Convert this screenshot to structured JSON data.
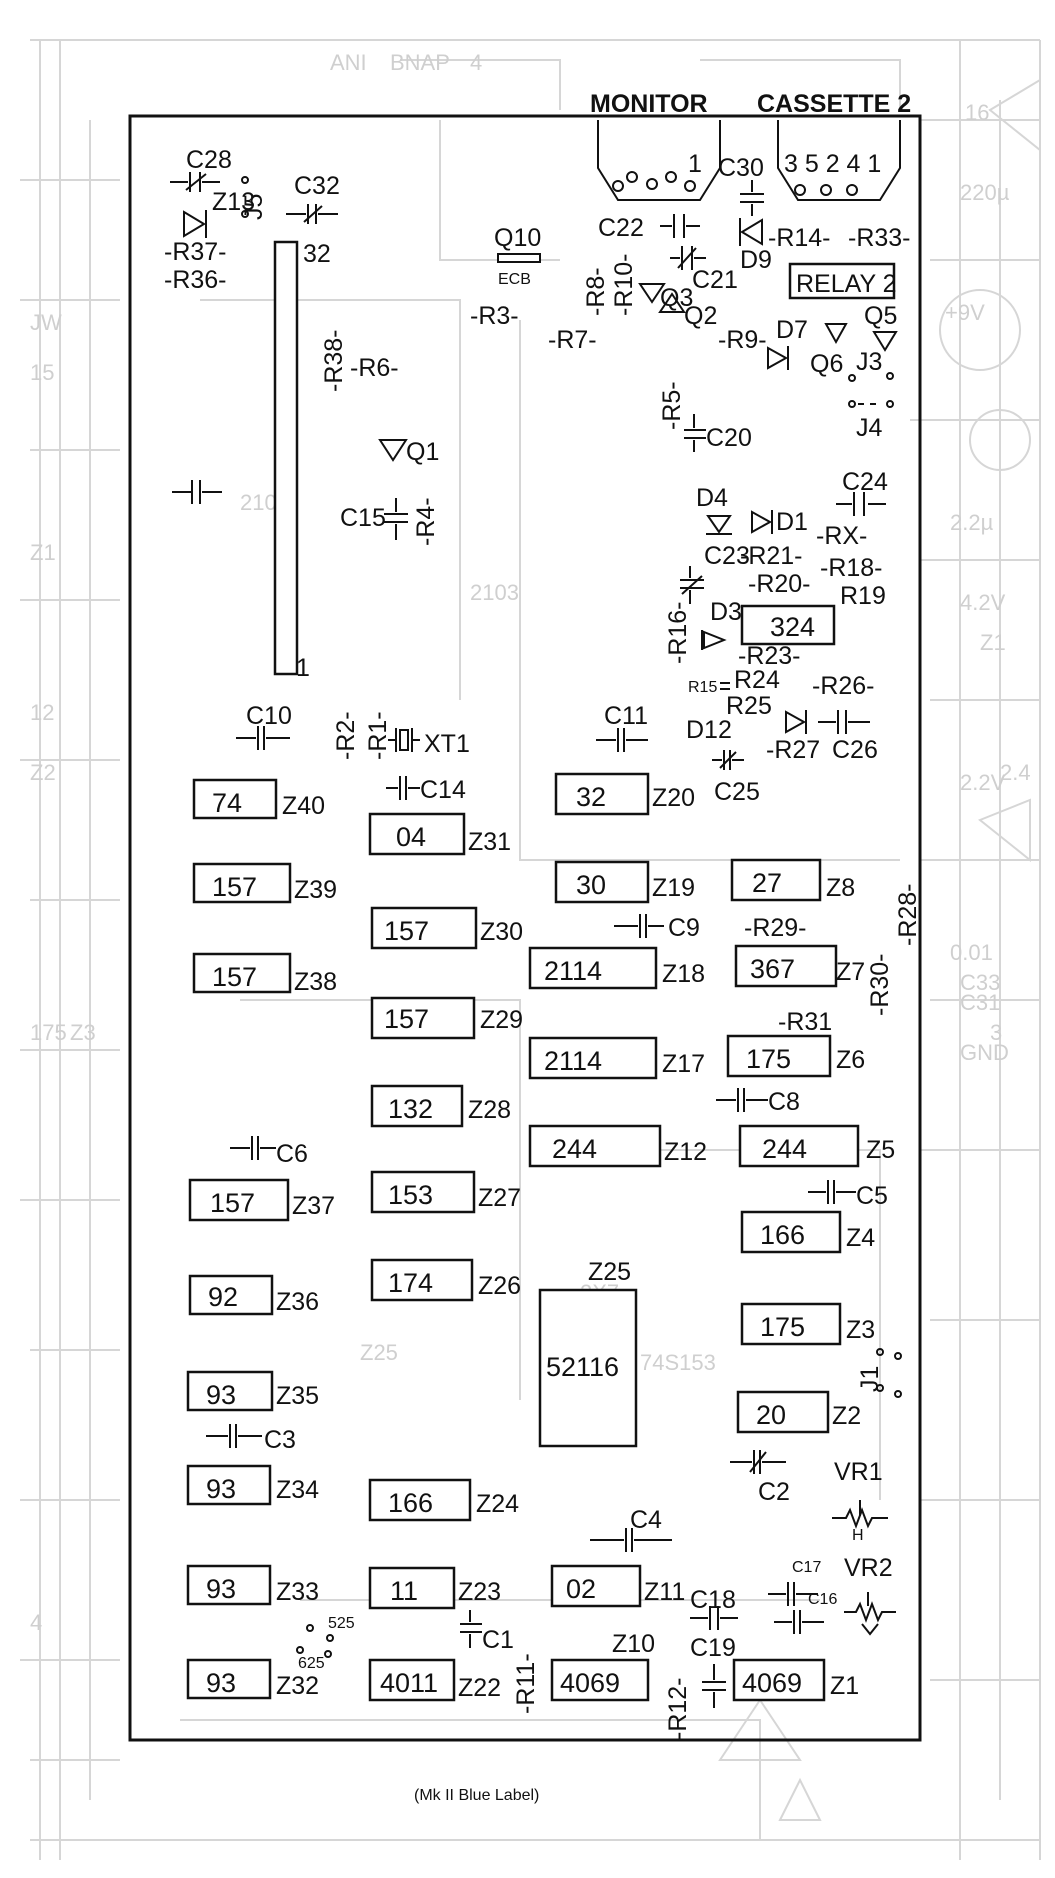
{
  "headers": {
    "monitor": "MONITOR",
    "cassette2": "CASSETTE 2"
  },
  "caption": "(Mk II  Blue Label)",
  "chips": [
    {
      "code": "74",
      "ref": "Z40"
    },
    {
      "code": "157",
      "ref": "Z39"
    },
    {
      "code": "157",
      "ref": "Z38"
    },
    {
      "code": "157",
      "ref": "Z37"
    },
    {
      "code": "92",
      "ref": "Z36"
    },
    {
      "code": "93",
      "ref": "Z35"
    },
    {
      "code": "93",
      "ref": "Z34"
    },
    {
      "code": "93",
      "ref": "Z33"
    },
    {
      "code": "93",
      "ref": "Z32"
    },
    {
      "code": "04",
      "ref": "Z31"
    },
    {
      "code": "157",
      "ref": "Z30"
    },
    {
      "code": "157",
      "ref": "Z29"
    },
    {
      "code": "132",
      "ref": "Z28"
    },
    {
      "code": "153",
      "ref": "Z27"
    },
    {
      "code": "174",
      "ref": "Z26"
    },
    {
      "code": "166",
      "ref": "Z24"
    },
    {
      "code": "11",
      "ref": "Z23"
    },
    {
      "code": "4011",
      "ref": "Z22"
    },
    {
      "code": "32",
      "ref": "Z20"
    },
    {
      "code": "30",
      "ref": "Z19"
    },
    {
      "code": "2114",
      "ref": "Z18"
    },
    {
      "code": "2114",
      "ref": "Z17"
    },
    {
      "code": "244",
      "ref": "Z12"
    },
    {
      "code": "52116",
      "ref": "Z25"
    },
    {
      "code": "02",
      "ref": "Z11"
    },
    {
      "code": "4069",
      "ref": "Z10"
    },
    {
      "code": "27",
      "ref": "Z8"
    },
    {
      "code": "367",
      "ref": "Z7"
    },
    {
      "code": "175",
      "ref": "Z6"
    },
    {
      "code": "244",
      "ref": "Z5"
    },
    {
      "code": "166",
      "ref": "Z4"
    },
    {
      "code": "175",
      "ref": "Z3"
    },
    {
      "code": "20",
      "ref": "Z2"
    },
    {
      "code": "4069",
      "ref": "Z1"
    },
    {
      "code": "324",
      "ref": ""
    }
  ],
  "labels": {
    "c28": "C28",
    "c32": "C32",
    "z13": "Z13",
    "j5": "J5",
    "r37": "-R37-",
    "r36": "-R36-",
    "n32": "32",
    "n1": "1",
    "r38": "-R38-",
    "r6": "-R6-",
    "q10": "Q10",
    "ecb": "ECB",
    "r3": "-R3-",
    "r7": "-R7-",
    "r8": "-R8-",
    "r10": "-R10-",
    "q3": "Q3",
    "q2": "Q2",
    "c22": "C22",
    "c21": "C21",
    "c30": "C30",
    "d9": "D9",
    "r14": "-R14-",
    "r33": "-R33-",
    "relay2": "RELAY 2",
    "mon_pin1": "1",
    "cas_pins": "3 5 2 4 1",
    "r9": "-R9-",
    "d7": "D7",
    "q6": "Q6",
    "q5": "Q5",
    "j3": "J3",
    "j4": "J4",
    "r5": "-R5-",
    "c20": "C20",
    "q1": "Q1",
    "c15": "C15",
    "r4": "-R4-",
    "d4": "D4",
    "d1": "D1",
    "rx": "-RX-",
    "c24": "C24",
    "c23": "C23",
    "r21": "-R21-",
    "r18": "-R18-",
    "r20": "-R20-",
    "r19": "R19",
    "d3": "D3",
    "r16": "-R16-",
    "r23": "-R23-",
    "r15": "R15",
    "r24": "R24",
    "r26": "-R26-",
    "r25": "R25",
    "d12": "D12",
    "r27": "-R27",
    "c26": "C26",
    "c25": "C25",
    "c10": "C10",
    "r2": "-R2-",
    "r1": "-R1-",
    "xt1": "XT1",
    "c14": "C14",
    "c11": "C11",
    "c9": "C9",
    "r29": "-R29-",
    "r28": "-R28-",
    "r30": "-R30-",
    "r31": "-R31",
    "c8": "C8",
    "c6": "C6",
    "c5": "C5",
    "c3": "C3",
    "j1": "J1",
    "c2": "C2",
    "vr1": "VR1",
    "vr2": "VR2",
    "c4": "C4",
    "c17": "C17",
    "c16": "C16",
    "c18": "C18",
    "c19": "C19",
    "c1": "C1",
    "r11": "-R11-",
    "r12": "-R12-",
    "n525": "525",
    "n625": "625"
  },
  "ghost_text": [
    "JW",
    "ANI",
    "BNAP",
    "4",
    "16",
    "220µ",
    "+9V",
    "15",
    "Z1",
    "12",
    "2102",
    "2103",
    "74S153",
    "175",
    "Z3",
    "4.2V",
    "Z1",
    "2.2V",
    "2.2µ",
    "Z2",
    "0.01",
    "C33",
    "C31",
    "GND",
    "3",
    "2X7",
    "Z25",
    "4",
    "Z7",
    "2.4"
  ]
}
